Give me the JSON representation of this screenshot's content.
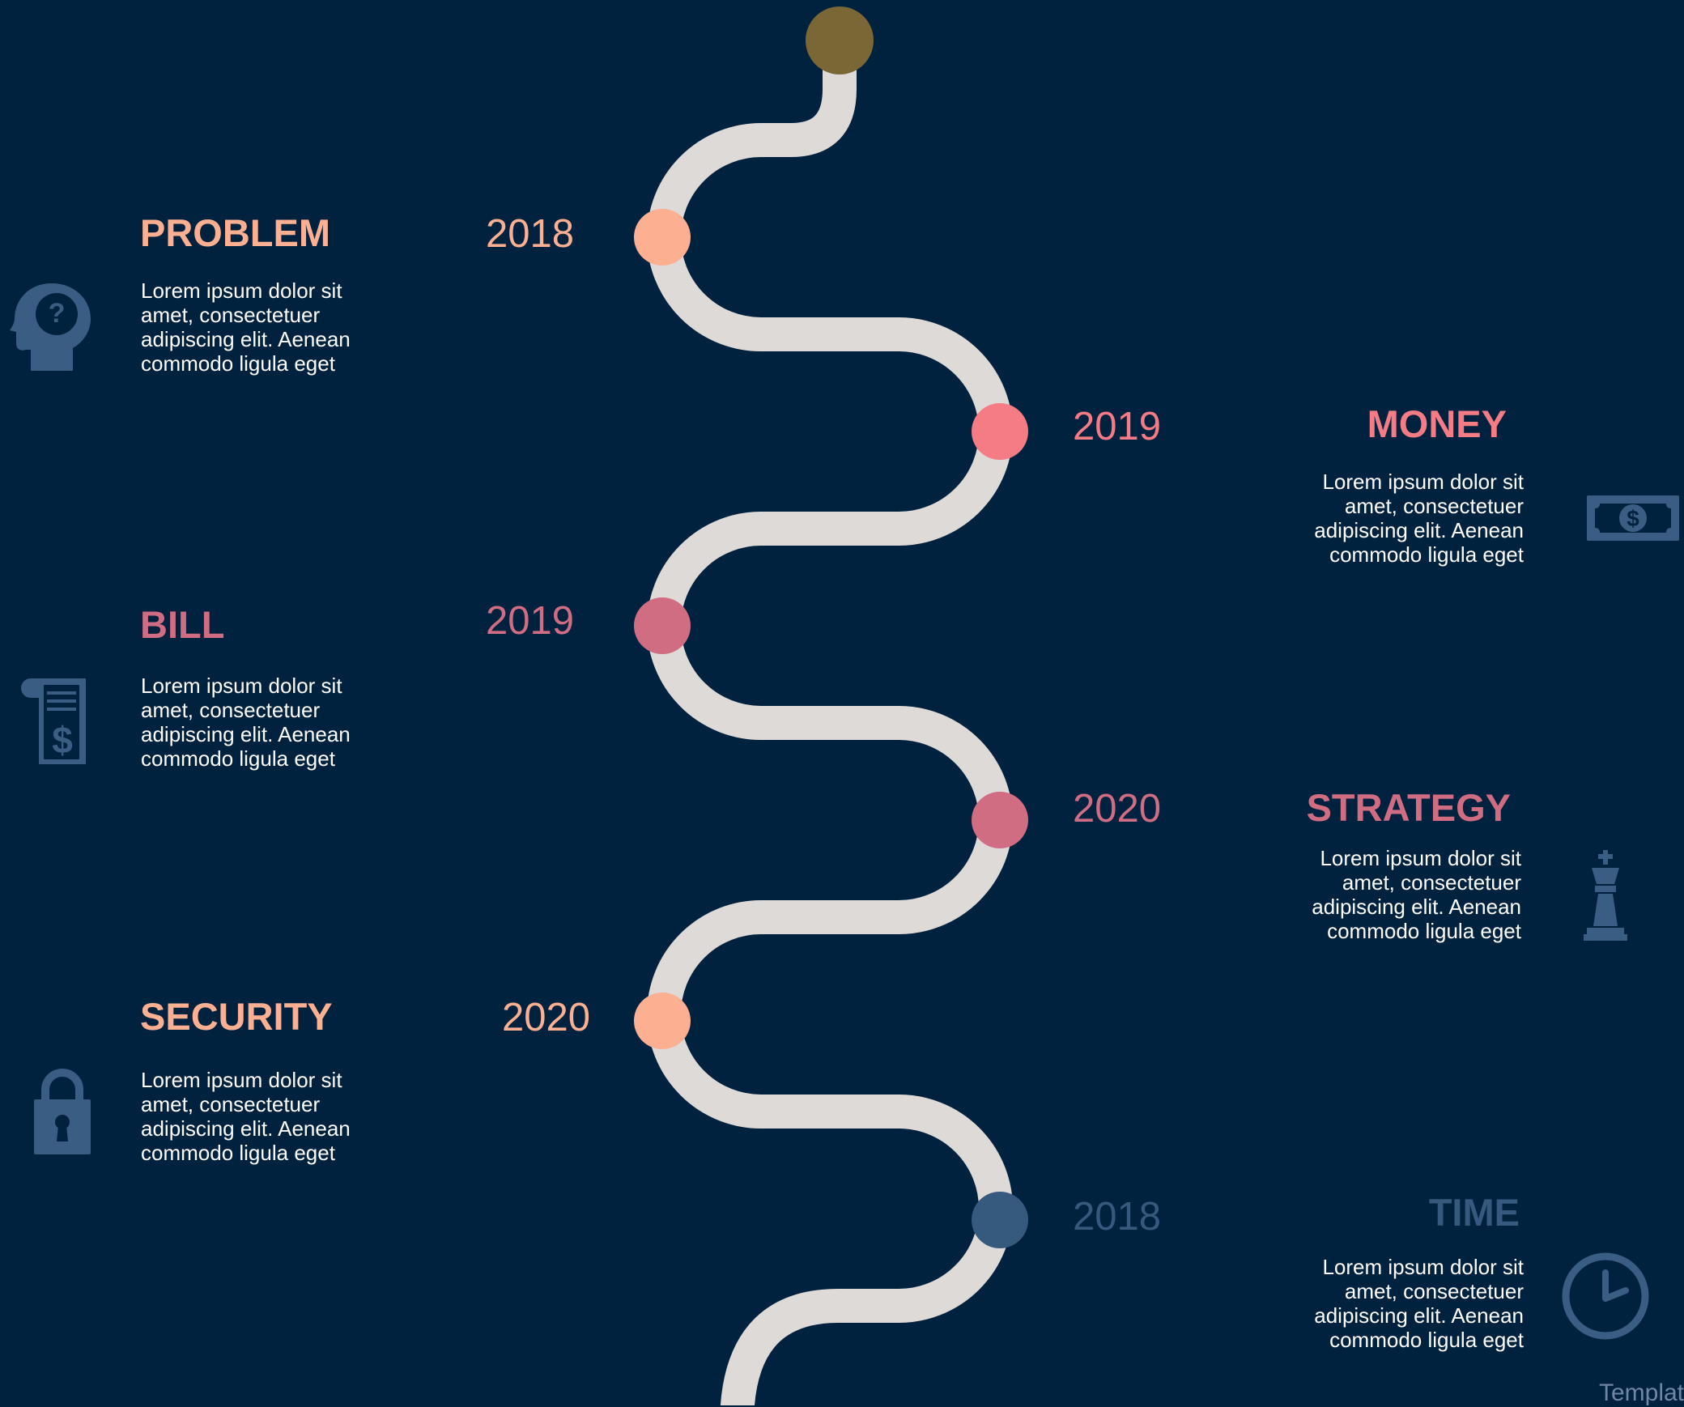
{
  "colors": {
    "background": "#01223e",
    "path": "#dedad8",
    "start_node": "#7b6736",
    "peach": "#fcaf91",
    "coral": "#f57b85",
    "rose": "#d06d83",
    "slate_blue": "#36597e",
    "icon": "#3a5d83",
    "body_text": "#ffffff"
  },
  "milestones": [
    {
      "side": "left",
      "title": "PROBLEM",
      "year": "2018",
      "color": "#fcaf91",
      "icon": "head-question-icon",
      "text": "Lorem ipsum dolor sit\namet,  consectetuer\nadipiscing elit. Aenean\ncommodo ligula eget"
    },
    {
      "side": "right",
      "title": "MONEY",
      "year": "2019",
      "color": "#f57b85",
      "icon": "banknote-icon",
      "text": "Lorem ipsum dolor sit\namet,  consectetuer\nadipiscing elit. Aenean\ncommodo ligula eget"
    },
    {
      "side": "left",
      "title": "BILL",
      "year": "2019",
      "color": "#d06d83",
      "icon": "receipt-dollar-icon",
      "text": "Lorem ipsum dolor sit\namet,  consectetuer\nadipiscing elit. Aenean\ncommodo ligula eget"
    },
    {
      "side": "right",
      "title": "STRATEGY",
      "year": "2020",
      "color": "#d06d83",
      "icon": "chess-king-icon",
      "text": "Lorem ipsum dolor sit\namet,  consectetuer\nadipiscing elit. Aenean\ncommodo ligula eget"
    },
    {
      "side": "left",
      "title": "SECURITY",
      "year": "2020",
      "color": "#fcaf91",
      "icon": "padlock-icon",
      "text": "Lorem ipsum dolor sit\namet,  consectetuer\nadipiscing elit. Aenean\ncommodo ligula eget"
    },
    {
      "side": "right",
      "title": "TIME",
      "year": "2018",
      "color": "#36597e",
      "icon": "clock-icon",
      "text": "Lorem ipsum dolor sit\namet,  consectetuer\nadipiscing elit. Aenean\ncommodo ligula eget"
    }
  ],
  "footer": {
    "text": "Templat"
  }
}
